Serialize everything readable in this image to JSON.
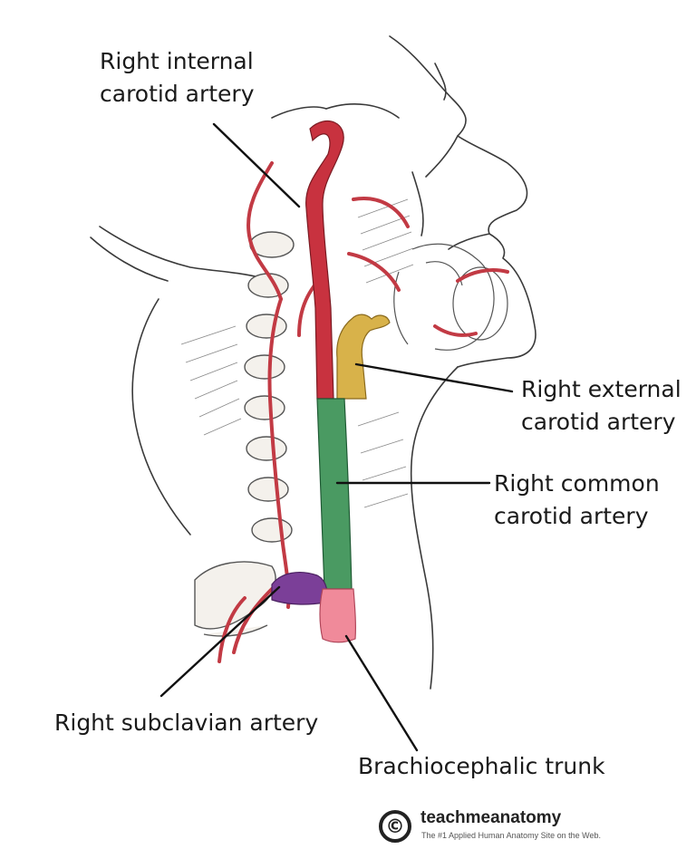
{
  "labels": {
    "internal_line1": "Right internal",
    "internal_line2": "carotid artery",
    "external_line1": "Right external",
    "external_line2": "carotid artery",
    "common_line1": "Right common",
    "common_line2": "carotid artery",
    "subclavian": "Right subclavian artery",
    "brachiocephalic": "Brachiocephalic trunk"
  },
  "logo": {
    "mark": "©",
    "name": "teachmeanatomy",
    "tagline": "The #1 Applied Human Anatomy Site on the Web."
  },
  "colors": {
    "internal_carotid": "#c8323f",
    "external_carotid": "#d8b24a",
    "common_carotid": "#4a9a62",
    "subclavian": "#7b3f98",
    "brachiocephalic": "#f08a9a",
    "vessels": "#c23a44",
    "outline": "#3a3a3a",
    "leader": "#111111"
  },
  "icons": [
    "copyright-icon"
  ]
}
